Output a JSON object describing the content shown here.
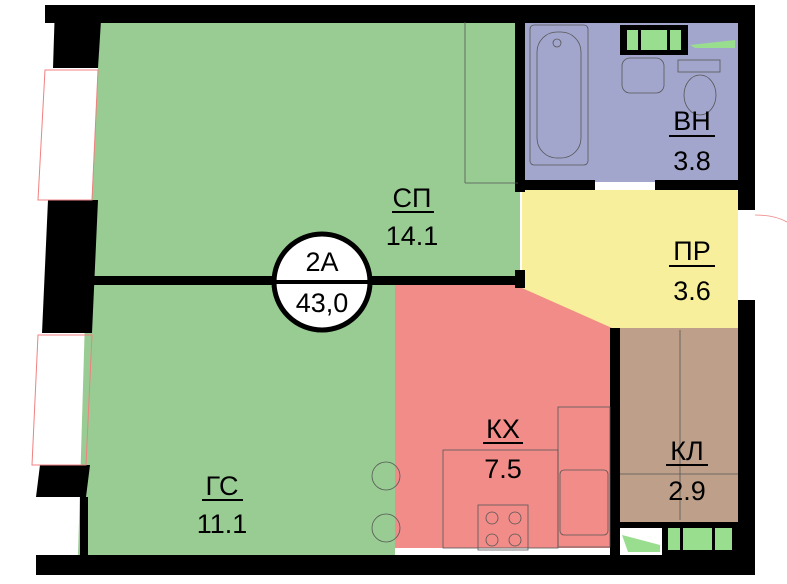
{
  "apartment": {
    "type": "2A",
    "total_area": "43,0"
  },
  "rooms": [
    {
      "code": "СП",
      "area": "14.1",
      "color": "#99cc93"
    },
    {
      "code": "ГС",
      "area": "11.1",
      "color": "#99cc93"
    },
    {
      "code": "КХ",
      "area": "7.5",
      "color": "#f18c88"
    },
    {
      "code": "ВН",
      "area": "3.8",
      "color": "#a3a6cc"
    },
    {
      "code": "ПР",
      "area": "3.6",
      "color": "#f7ef9b"
    },
    {
      "code": "КЛ",
      "area": "2.9",
      "color": "#bea08a"
    }
  ]
}
